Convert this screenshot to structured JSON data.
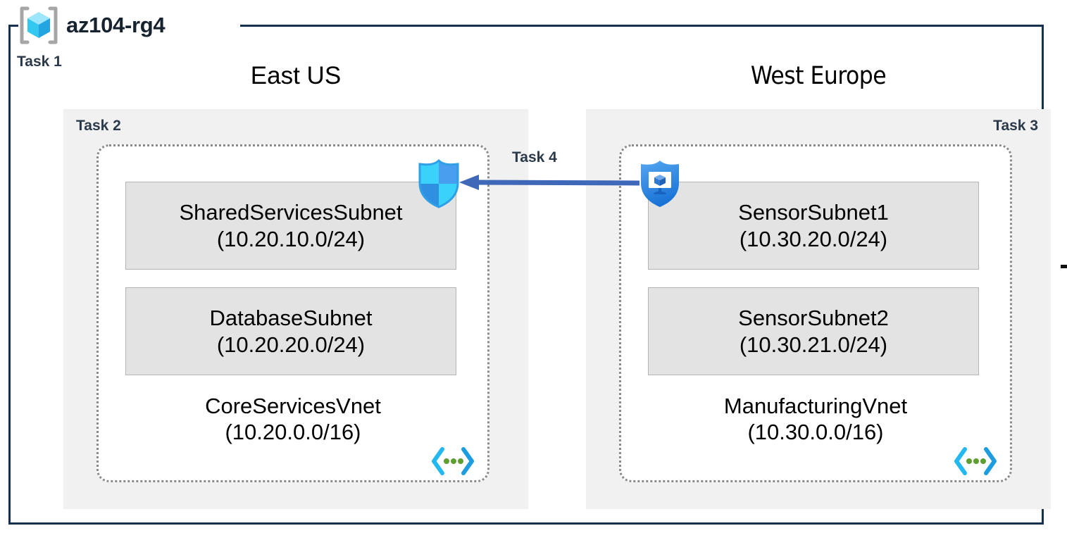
{
  "diagram": {
    "resource_group": {
      "name": "az104-rg4",
      "icon": "resource-group-icon",
      "task_label": "Task 1"
    },
    "border_color": "#16304f",
    "region_bg": "#f1f1f1",
    "subnet_bg": "#e3e3e3",
    "arrow_color": "#4068b8",
    "vnet_border_color": "#8a8a8a",
    "regions": [
      {
        "title": "East US",
        "task_label": "Task 2",
        "task_align": "left",
        "vnet": {
          "name": "CoreServicesVnet",
          "cidr": "(10.20.0.0/16)",
          "icon": "vnet-icon",
          "subnets": [
            {
              "name": "SharedServicesSubnet",
              "cidr": "(10.20.10.0/24)"
            },
            {
              "name": "DatabaseSubnet",
              "cidr": "(10.20.20.0/24)"
            }
          ]
        }
      },
      {
        "title": "West Europe",
        "task_label": "Task 3",
        "task_align": "right",
        "vnet": {
          "name": "ManufacturingVnet",
          "cidr": "(10.30.0.0/16)",
          "icon": "vnet-icon",
          "subnets": [
            {
              "name": "SensorSubnet1",
              "cidr": "(10.30.20.0/24)"
            },
            {
              "name": "SensorSubnet2",
              "cidr": "(10.30.21.0/24)"
            }
          ]
        }
      }
    ],
    "connection": {
      "task_label": "Task 4",
      "direction": "right-to-left",
      "left_icon": "network-security-group-shield-icon",
      "right_icon": "network-security-group-monitor-shield-icon"
    }
  }
}
